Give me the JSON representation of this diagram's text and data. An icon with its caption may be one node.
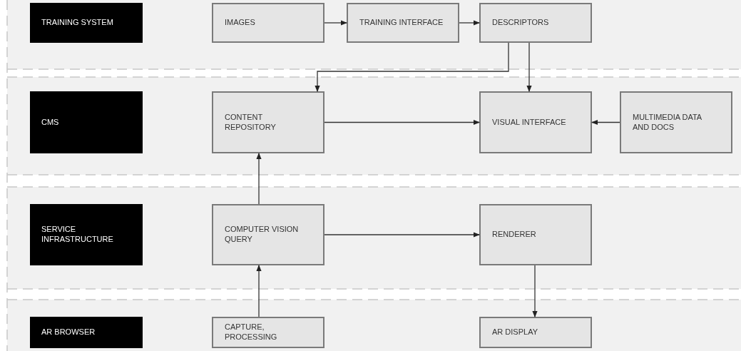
{
  "diagram": {
    "nodes": [
      {
        "text": [
          "TRAINING SYSTEM"
        ]
      },
      {
        "text": [
          "IMAGES"
        ]
      },
      {
        "text": [
          "TRAINING INTERFACE"
        ]
      },
      {
        "text": [
          "DESCRIPTORS"
        ]
      },
      {
        "text": [
          "CMS"
        ]
      },
      {
        "text": [
          "CONTENT REPOSITORY"
        ]
      },
      {
        "text": [
          "VISUAL INTERFACE"
        ]
      },
      {
        "text": [
          "MULTIMEDIA DATA AND DOCS"
        ]
      },
      {
        "text": [
          "SERVICE INFRASTRUCTURE"
        ]
      },
      {
        "text": [
          "COMPUTER VISION QUERY"
        ]
      },
      {
        "text": [
          "RENDERER"
        ]
      },
      {
        "text": [
          "AR BROWSER"
        ]
      },
      {
        "text": [
          "CAPTURE, PROCESSING"
        ]
      },
      {
        "text": [
          "AR DISPLAY"
        ]
      }
    ],
    "edges": [
      {
        "from": 1,
        "to": 2,
        "arrow": "to"
      },
      {
        "from": 2,
        "to": 3,
        "arrow": "to"
      },
      {
        "from": 3,
        "to": 5,
        "arrow": "to"
      },
      {
        "from": 3,
        "to": 6,
        "arrow": "to"
      },
      {
        "from": 5,
        "to": 6,
        "arrow": "to"
      },
      {
        "from": 7,
        "to": 6,
        "arrow": "to"
      },
      {
        "from": 9,
        "to": 5,
        "arrow": "to"
      },
      {
        "from": 9,
        "to": 10,
        "arrow": "to"
      },
      {
        "from": 12,
        "to": 9,
        "arrow": "to"
      },
      {
        "from": 10,
        "to": 13,
        "arrow": "to"
      }
    ]
  }
}
